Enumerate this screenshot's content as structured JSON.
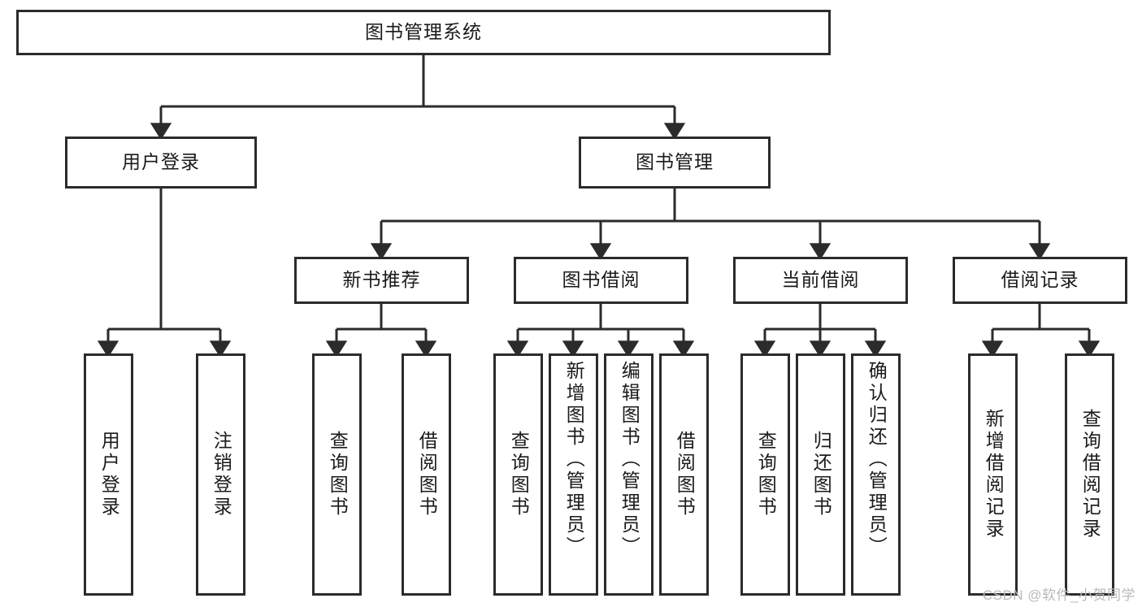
{
  "diagram": {
    "title": "图书管理系统",
    "watermark": "CSDN @软件_小贺同学",
    "colors": {
      "box_border": "#2b2b2b",
      "box_fill": "#ffffff",
      "connector": "#2b2b2b",
      "text": "#1a1a1a",
      "watermark": "#b9b9b9",
      "background": "#ffffff"
    },
    "root": {
      "label": "图书管理系统"
    },
    "level2": [
      {
        "label": "用户登录"
      },
      {
        "label": "图书管理"
      }
    ],
    "level3": [
      {
        "label": "新书推荐"
      },
      {
        "label": "图书借阅"
      },
      {
        "label": "当前借阅"
      },
      {
        "label": "借阅记录"
      }
    ],
    "leaves": [
      {
        "label": "用户登录"
      },
      {
        "label": "注销登录"
      },
      {
        "label": "查询图书"
      },
      {
        "label": "借阅图书"
      },
      {
        "label": "查询图书"
      },
      {
        "label": "新增图书（管理员）"
      },
      {
        "label": "编辑图书（管理员）"
      },
      {
        "label": "借阅图书"
      },
      {
        "label": "查询图书"
      },
      {
        "label": "归还图书"
      },
      {
        "label": "确认归还（管理员）"
      },
      {
        "label": "新增借阅记录"
      },
      {
        "label": "查询借阅记录"
      }
    ]
  }
}
